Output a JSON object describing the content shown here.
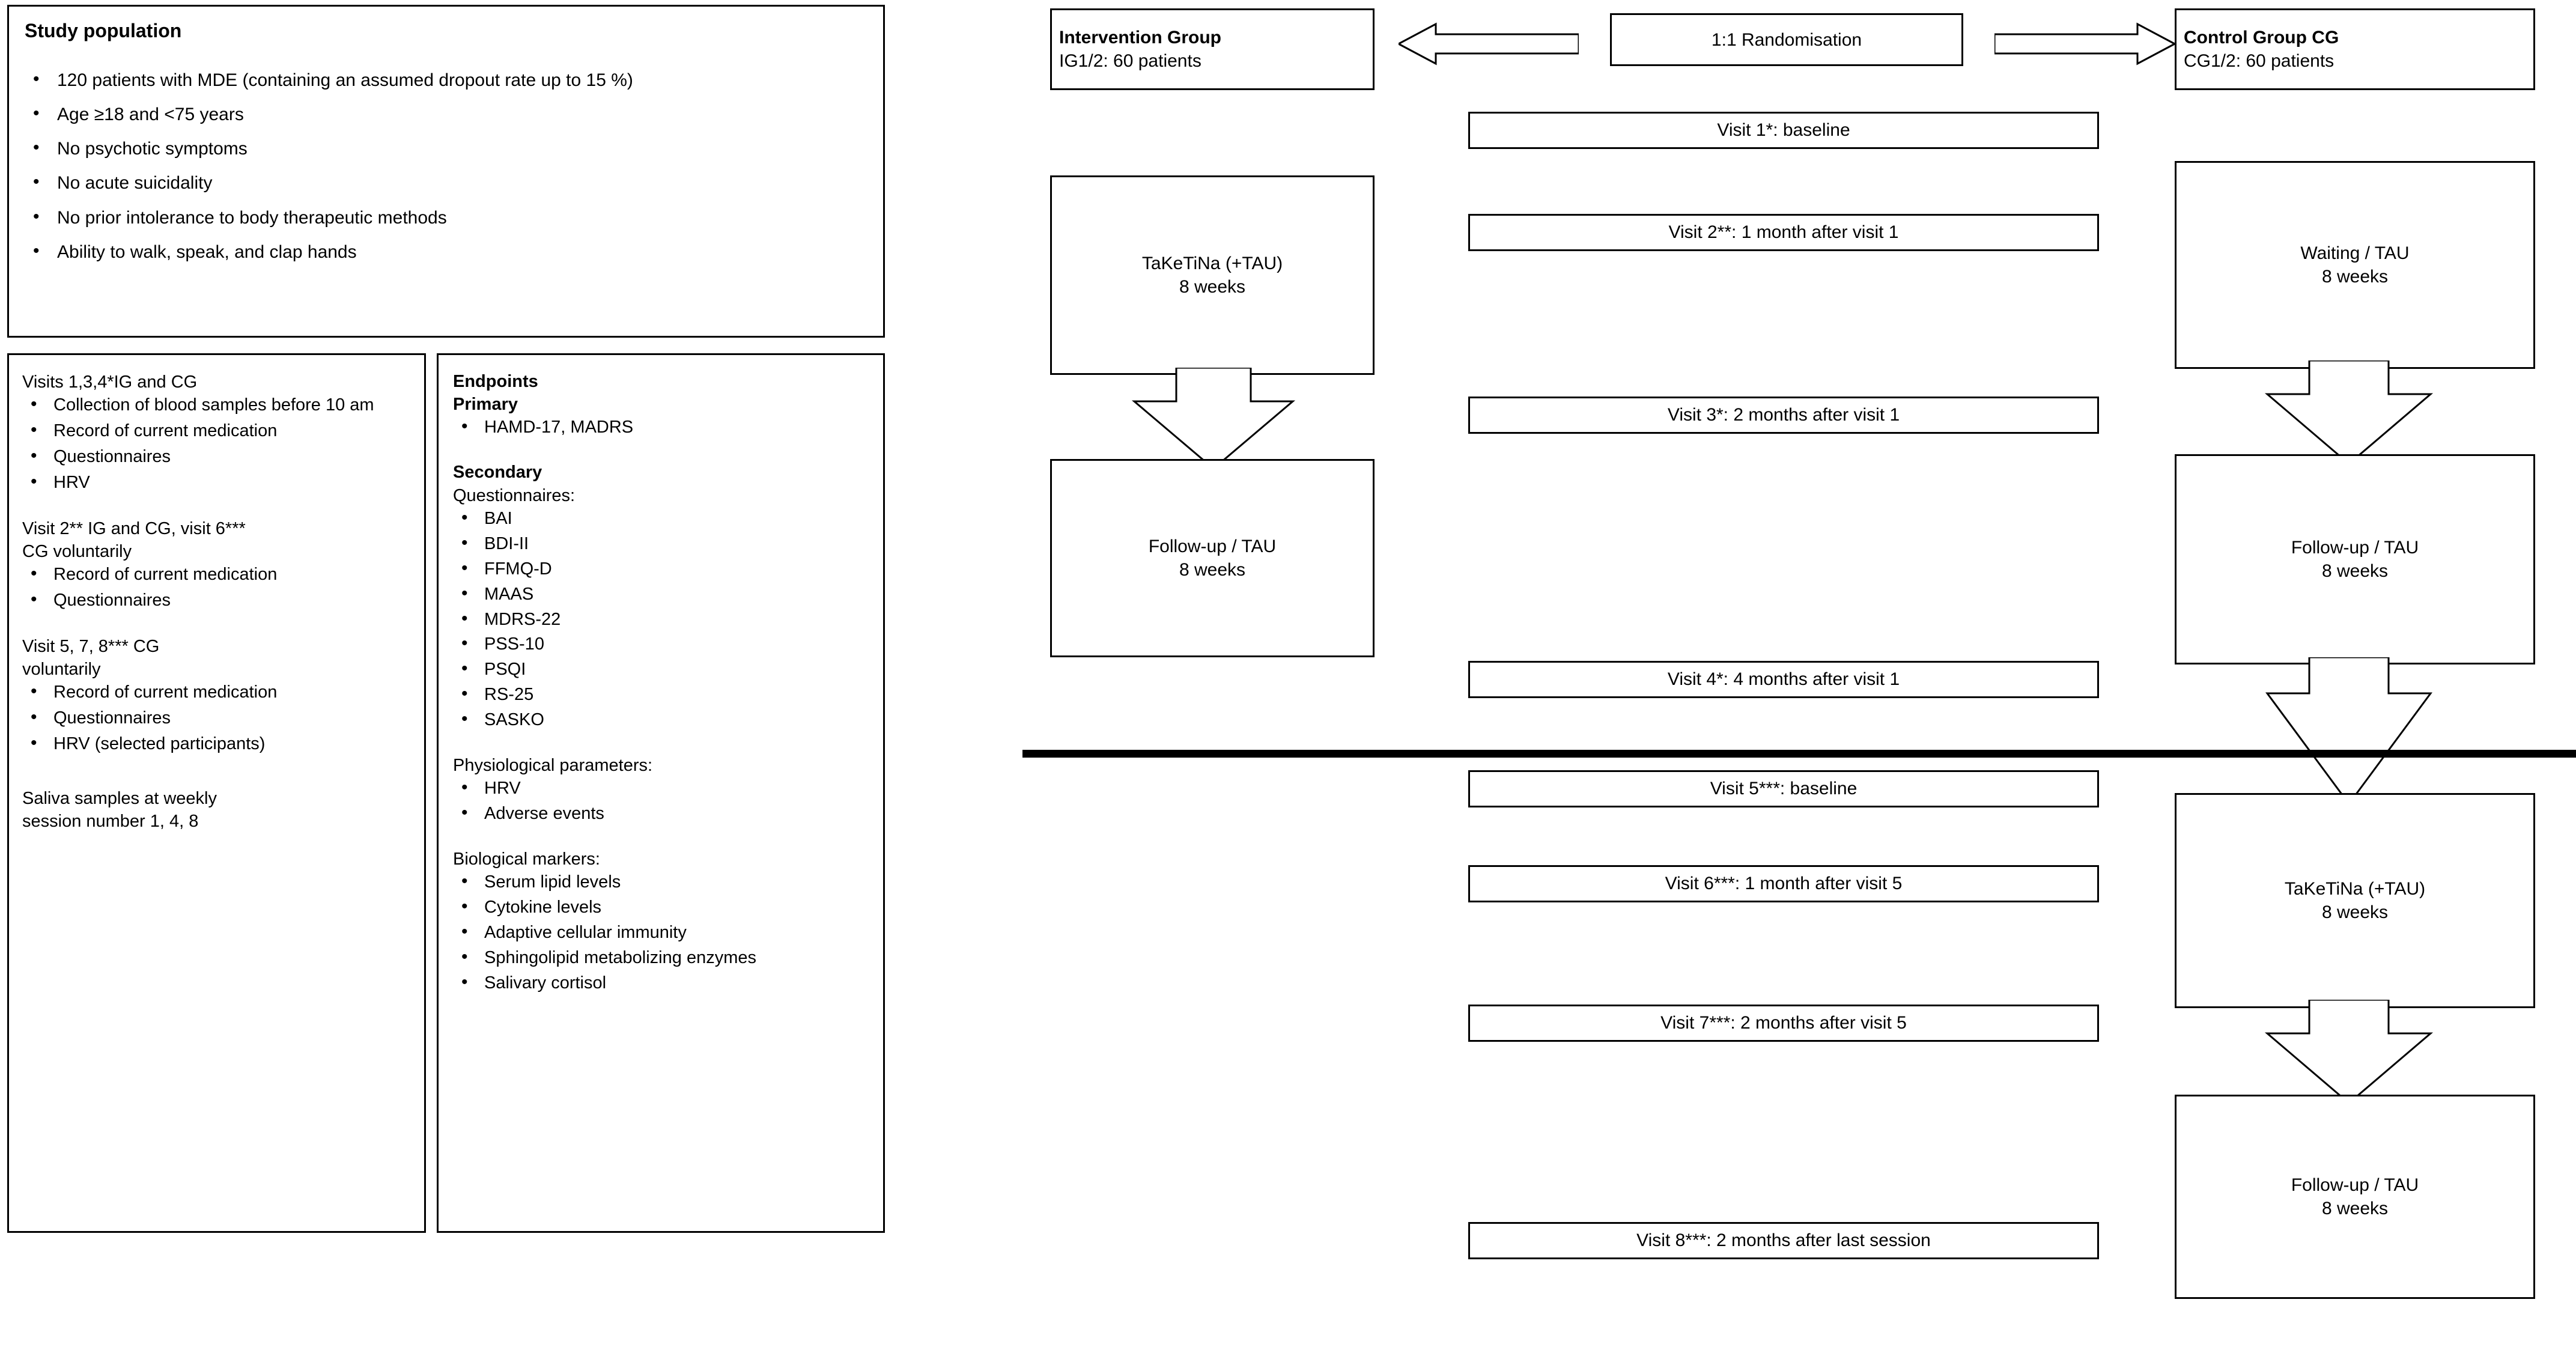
{
  "study_population": {
    "title": "Study population",
    "items": [
      "120  patients with MDE (containing an assumed dropout rate up to 15 %)",
      "Age ≥18  and <75  years",
      "No psychotic symptoms",
      "No acute suicidality",
      "No prior intolerance to body therapeutic methods",
      "Ability to walk, speak, and clap hands"
    ]
  },
  "visits_panel": {
    "group1_title": "Visits 1,3,4*IG and CG",
    "group1_items": [
      "Collection of blood samples before 10 am",
      "Record of current medication",
      "Questionnaires",
      "HRV"
    ],
    "group2_title": "Visit 2** IG and CG, visit 6***",
    "group2_title_line2": "CG voluntarily",
    "group2_items": [
      "Record of current medication",
      "Questionnaires"
    ],
    "group3_title": "Visit 5, 7, 8*** CG",
    "group3_title_line2": "voluntarily",
    "group3_items": [
      "Record of current medication",
      "Questionnaires",
      "HRV (selected participants)"
    ],
    "footer_line1": "Saliva samples at weekly",
    "footer_line2": "session number 1, 4, 8"
  },
  "endpoints_panel": {
    "title": "Endpoints",
    "primary_title": "Primary",
    "primary_items": [
      "HAMD-17, MADRS"
    ],
    "secondary_title": "Secondary",
    "questionnaires_title": "Questionnaires:",
    "questionnaires_items": [
      "BAI",
      "BDI-II",
      "FFMQ-D",
      "MAAS",
      "MDRS-22",
      "PSS-10",
      "PSQI",
      "RS-25",
      "SASKO"
    ],
    "physiological_title": "Physiological parameters:",
    "physiological_items": [
      "HRV",
      "Adverse events"
    ],
    "biological_title": "Biological markers:",
    "biological_items": [
      "Serum lipid levels",
      "Cytokine levels",
      "Adaptive cellular immunity",
      "Sphingolipid metabolizing enzymes",
      "Salivary cortisol"
    ]
  },
  "flow": {
    "randomisation": "1:1 Randomisation",
    "intervention_group": {
      "line1": "Intervention Group",
      "line2": "IG1/2: 60 patients"
    },
    "control_group": {
      "line1": "Control Group CG",
      "line2": "CG1/2: 60 patients"
    },
    "ig_taketina": {
      "line1": "TaKeTiNa (+TAU)",
      "line2": "8 weeks"
    },
    "ig_followup": {
      "line1": "Follow-up / TAU",
      "line2": "8 weeks"
    },
    "cg_waiting": {
      "line1": "Waiting / TAU",
      "line2": "8 weeks"
    },
    "cg_followup": {
      "line1": "Follow-up / TAU",
      "line2": "8 weeks"
    },
    "cg_taketina": {
      "line1": "TaKeTiNa (+TAU)",
      "line2": "8 weeks"
    },
    "cg_followup2": {
      "line1": "Follow-up / TAU",
      "line2": "8 weeks"
    },
    "visits": {
      "visit1": "Visit 1*: baseline",
      "visit2": "Visit 2**: 1 month after visit 1",
      "visit3": "Visit 3*: 2 months after visit 1",
      "visit4": "Visit 4*: 4 months after visit 1",
      "visit5": "Visit 5***: baseline",
      "visit6": "Visit 6***: 1 month after visit 5",
      "visit7": "Visit 7***: 2 months after visit 5",
      "visit8": "Visit 8***: 2 months after last session"
    }
  },
  "colors": {
    "stroke": "#000000",
    "background": "#ffffff"
  }
}
